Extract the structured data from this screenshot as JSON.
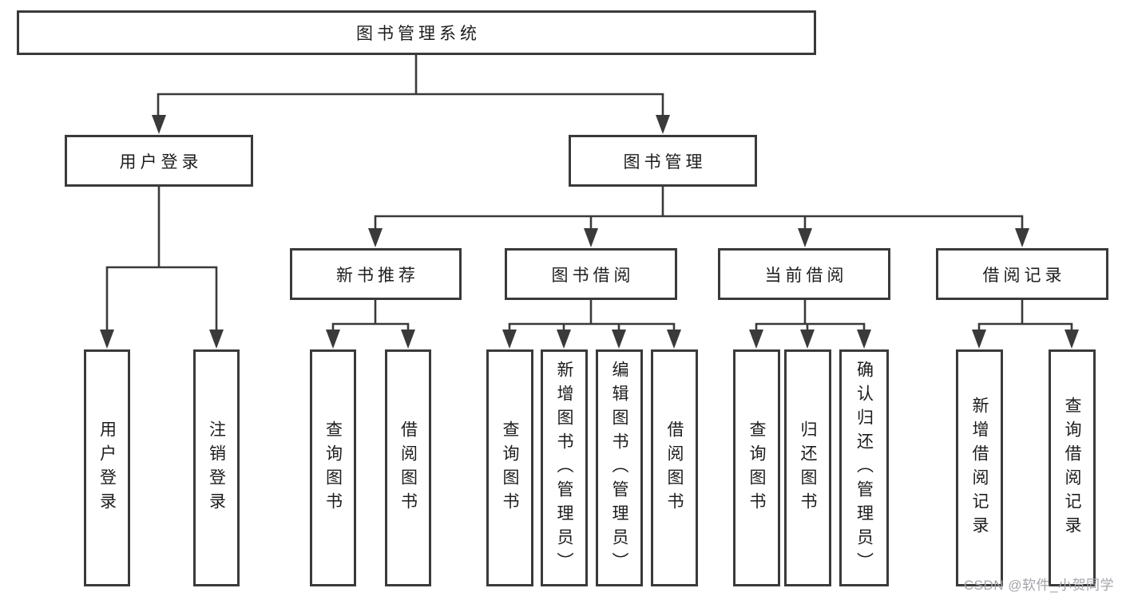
{
  "diagram": {
    "type": "tree",
    "title": "图书管理系统",
    "watermark": "CSDN @软件_小贺同学",
    "colors": {
      "line": "#3a3a3a",
      "box_border": "#3a3a3a",
      "box_fill": "#ffffff",
      "text": "#1d1d1d",
      "watermark": "#a3a3ab",
      "background": "#ffffff"
    },
    "structure": {
      "label": "图书管理系统",
      "children": [
        {
          "label": "用户登录",
          "children": [
            {
              "label": "用户登录"
            },
            {
              "label": "注销登录"
            }
          ]
        },
        {
          "label": "图书管理",
          "children": [
            {
              "label": "新书推荐",
              "children": [
                {
                  "label": "查询图书"
                },
                {
                  "label": "借阅图书"
                }
              ]
            },
            {
              "label": "图书借阅",
              "children": [
                {
                  "label": "查询图书"
                },
                {
                  "label": "新增图书（管理员）"
                },
                {
                  "label": "编辑图书（管理员）"
                },
                {
                  "label": "借阅图书"
                }
              ]
            },
            {
              "label": "当前借阅",
              "children": [
                {
                  "label": "查询图书"
                },
                {
                  "label": "归还图书"
                },
                {
                  "label": "确认归还（管理员）"
                }
              ]
            },
            {
              "label": "借阅记录",
              "children": [
                {
                  "label": "新增借阅记录"
                },
                {
                  "label": "查询借阅记录"
                }
              ]
            }
          ]
        }
      ]
    }
  }
}
